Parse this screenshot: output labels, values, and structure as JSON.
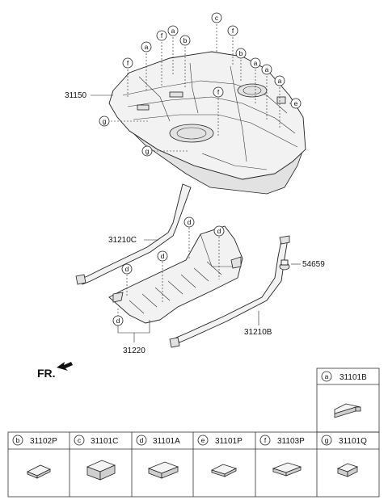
{
  "callouts": {
    "fuel_tank": "31150",
    "strap_left": "31210C",
    "strap_right": "31210B",
    "heat_shield": "31220",
    "bracket": "54659",
    "front": "FR."
  },
  "tank_markers": [
    "c",
    "f",
    "a",
    "b",
    "f",
    "a",
    "f",
    "b",
    "a",
    "a",
    "a",
    "e",
    "f",
    "g",
    "g"
  ],
  "shield_markers": [
    "d",
    "d",
    "d",
    "d",
    "d"
  ],
  "legend": [
    {
      "letter": "a",
      "part": "31101B"
    },
    {
      "letter": "b",
      "part": "31102P"
    },
    {
      "letter": "c",
      "part": "31101C"
    },
    {
      "letter": "d",
      "part": "31101A"
    },
    {
      "letter": "e",
      "part": "31101P"
    },
    {
      "letter": "f",
      "part": "31103P"
    },
    {
      "letter": "g",
      "part": "31101Q"
    }
  ]
}
